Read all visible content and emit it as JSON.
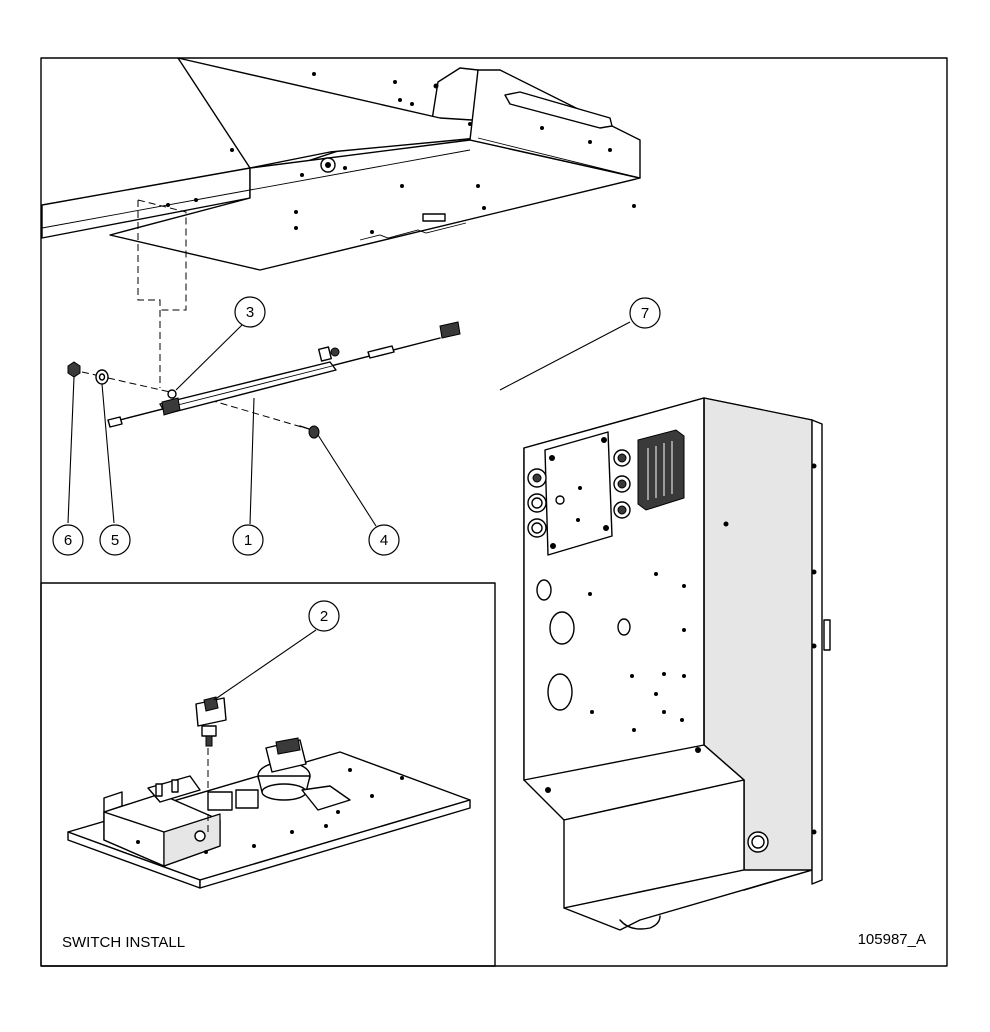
{
  "colors": {
    "line": "#000000",
    "background": "#ffffff",
    "shade": "#e6e6e6"
  },
  "callouts": [
    {
      "id": "1",
      "label": "1"
    },
    {
      "id": "2",
      "label": "2"
    },
    {
      "id": "3",
      "label": "3"
    },
    {
      "id": "4",
      "label": "4"
    },
    {
      "id": "5",
      "label": "5"
    },
    {
      "id": "6",
      "label": "6"
    },
    {
      "id": "7",
      "label": "7"
    }
  ],
  "inset": {
    "title": "SWITCH INSTALL"
  },
  "drawing_number": "105987_A"
}
